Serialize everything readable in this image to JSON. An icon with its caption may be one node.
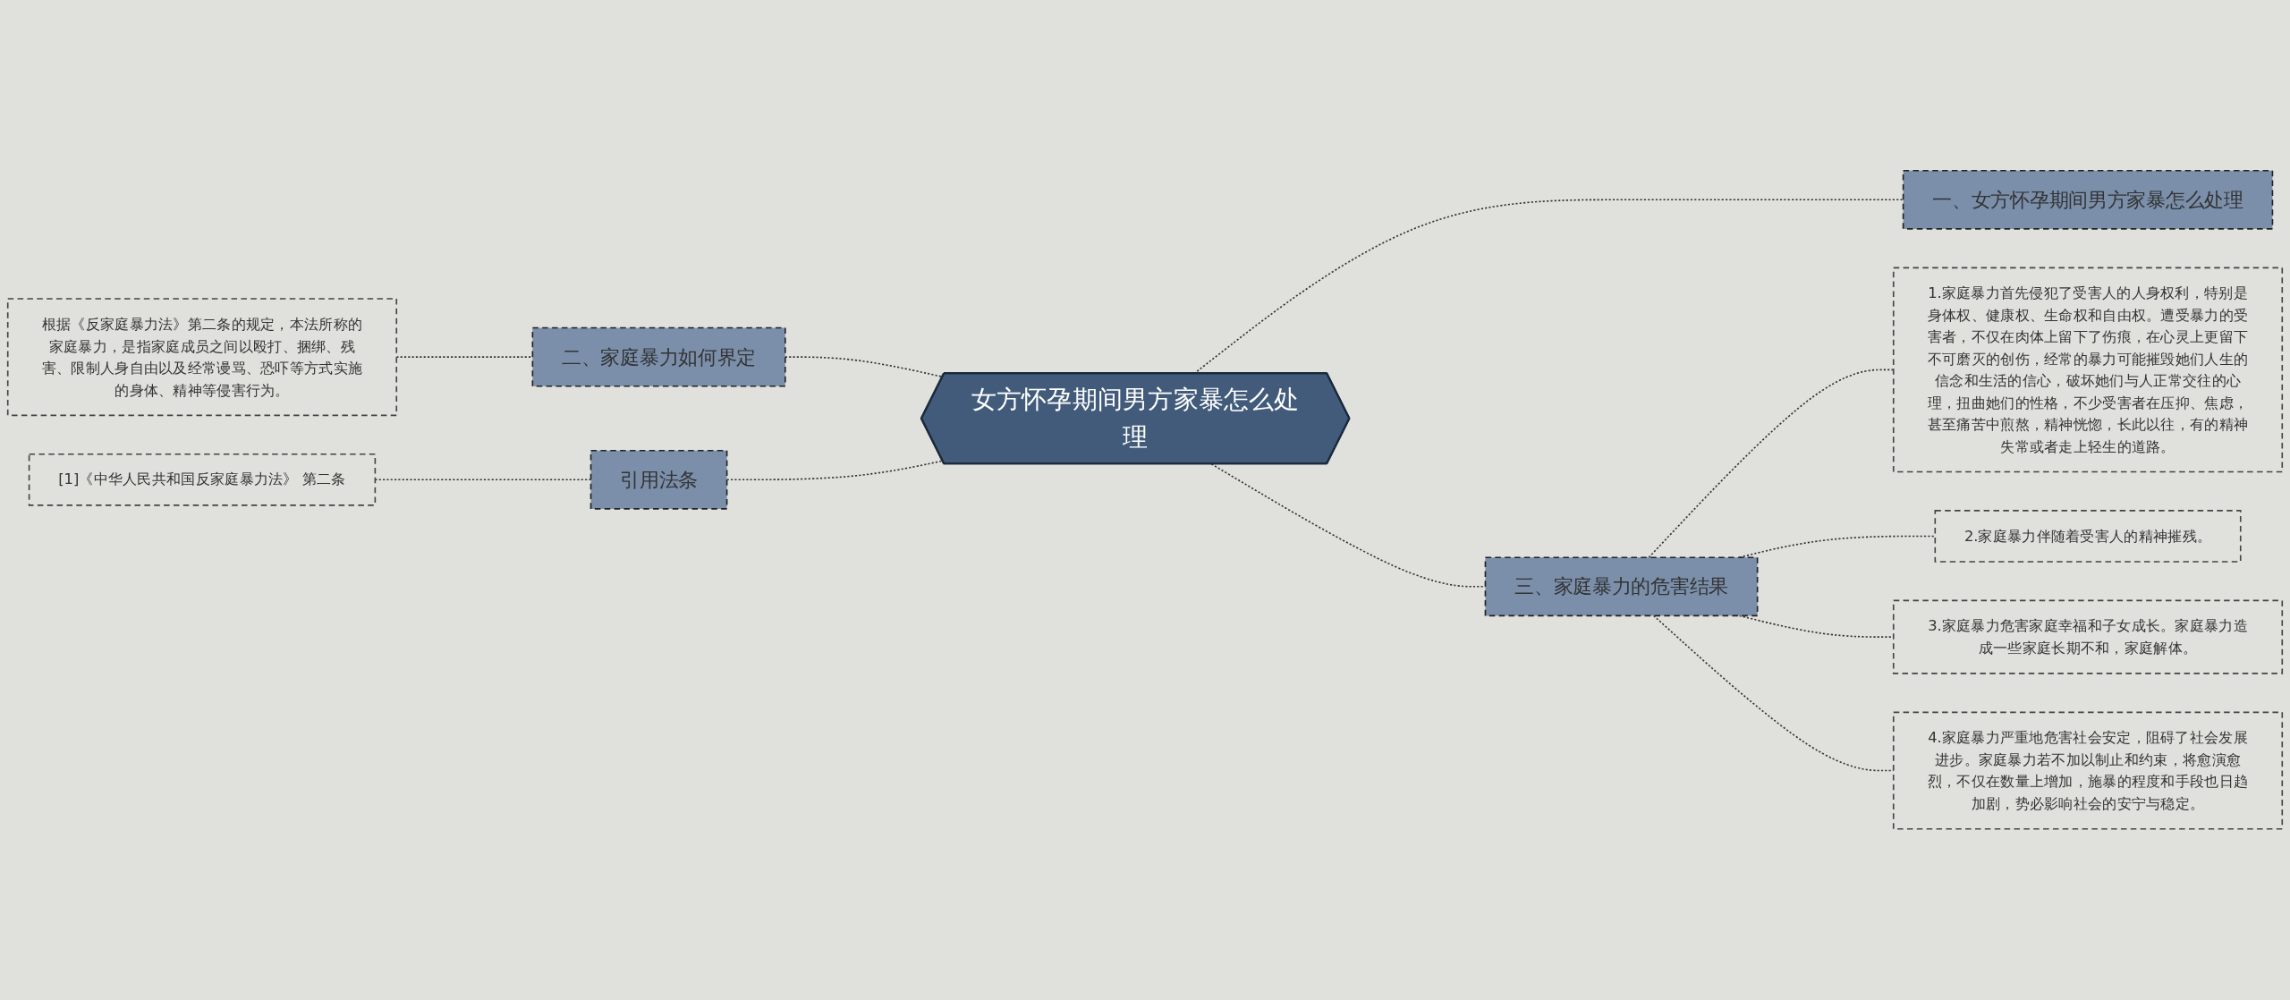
{
  "diagram": {
    "nodes": [
      {
        "text": [
          "女方怀孕期间男方家暴怎么处理"
        ]
      },
      {
        "text": [
          "一、女方怀孕期间男方家暴怎么处理"
        ]
      },
      {
        "text": [
          "三、家庭暴力的危害结果"
        ]
      },
      {
        "text": [
          "1.家庭暴力首先侵犯了受害人的人身权利，特别是身体权、健康权、生命权和自由权。遭受暴力的受害者，不仅在肉体上留下了伤痕，在心灵上更留下不可磨灭的创伤，经常的暴力可能摧毁她们人生的信念和生活的信心，破坏她们与人正常交往的心理，扭曲她们的性格，不少受害者在压抑、焦虑，甚至痛苦中煎熬，精神恍惚，长此以往，有的精神失常或者走上轻生的道路。"
        ]
      },
      {
        "text": [
          "2.家庭暴力伴随着受害人的精神摧残。"
        ]
      },
      {
        "text": [
          "3.家庭暴力危害家庭幸福和子女成长。家庭暴力造成一些家庭长期不和，家庭解体。"
        ]
      },
      {
        "text": [
          "4.家庭暴力严重地危害社会安定，阻碍了社会发展进步。家庭暴力若不加以制止和约束，将愈演愈烈，不仅在数量上增加，施暴的程度和手段也日趋加剧，势必影响社会的安宁与稳定。"
        ]
      },
      {
        "text": [
          "二、家庭暴力如何界定"
        ]
      },
      {
        "text": [
          "根据《反家庭暴力法》第二条的规定，本法所称的家庭暴力，是指家庭成员之间以殴打、捆绑、残害、限制人身自由以及经常谩骂、恐吓等方式实施的身体、精神等侵害行为。"
        ]
      },
      {
        "text": [
          "引用法条"
        ]
      },
      {
        "text": [
          "[1]《中华人民共和国反家庭暴力法》 第二条"
        ]
      }
    ],
    "edges": [
      {
        "from": 0,
        "to": 1,
        "arrow": "none",
        "style": "dashed"
      },
      {
        "from": 0,
        "to": 2,
        "arrow": "none",
        "style": "dashed"
      },
      {
        "from": 2,
        "to": 3,
        "arrow": "none",
        "style": "dashed"
      },
      {
        "from": 2,
        "to": 4,
        "arrow": "none",
        "style": "dashed"
      },
      {
        "from": 2,
        "to": 5,
        "arrow": "none",
        "style": "dashed"
      },
      {
        "from": 2,
        "to": 6,
        "arrow": "none",
        "style": "dashed"
      },
      {
        "from": 7,
        "to": 0,
        "arrow": "none",
        "style": "dashed"
      },
      {
        "from": 8,
        "to": 7,
        "arrow": "none",
        "style": "dashed"
      },
      {
        "from": 9,
        "to": 0,
        "arrow": "none",
        "style": "dashed"
      },
      {
        "from": 10,
        "to": 9,
        "arrow": "none",
        "style": "dashed"
      }
    ]
  }
}
